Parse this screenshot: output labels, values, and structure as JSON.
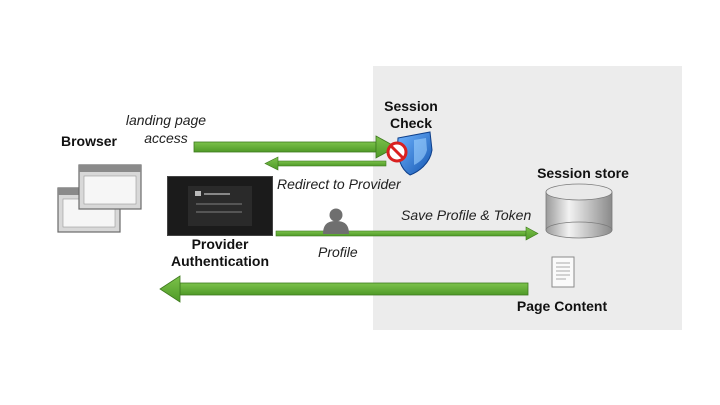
{
  "labels": {
    "landing_line1": "landing page",
    "landing_line2": "access",
    "browser": "Browser",
    "session_check_line1": "Session",
    "session_check_line2": "Check",
    "redirect": "Redirect to Provider",
    "session_store": "Session store",
    "save_profile": "Save Profile & Token",
    "provider_line1": "Provider",
    "provider_line2": "Authentication",
    "profile": "Profile",
    "page_content": "Page Content"
  },
  "colors": {
    "arrow_green": "#5aa830",
    "arrow_dark": "#3e7a1e",
    "panel_gray": "#ececec",
    "shield_blue": "#1e6fd0",
    "no_sign_red": "#d92020"
  },
  "icons": [
    "browser-windows-icon",
    "shield-icon",
    "no-entry-icon",
    "user-icon",
    "database-icon",
    "document-icon"
  ]
}
